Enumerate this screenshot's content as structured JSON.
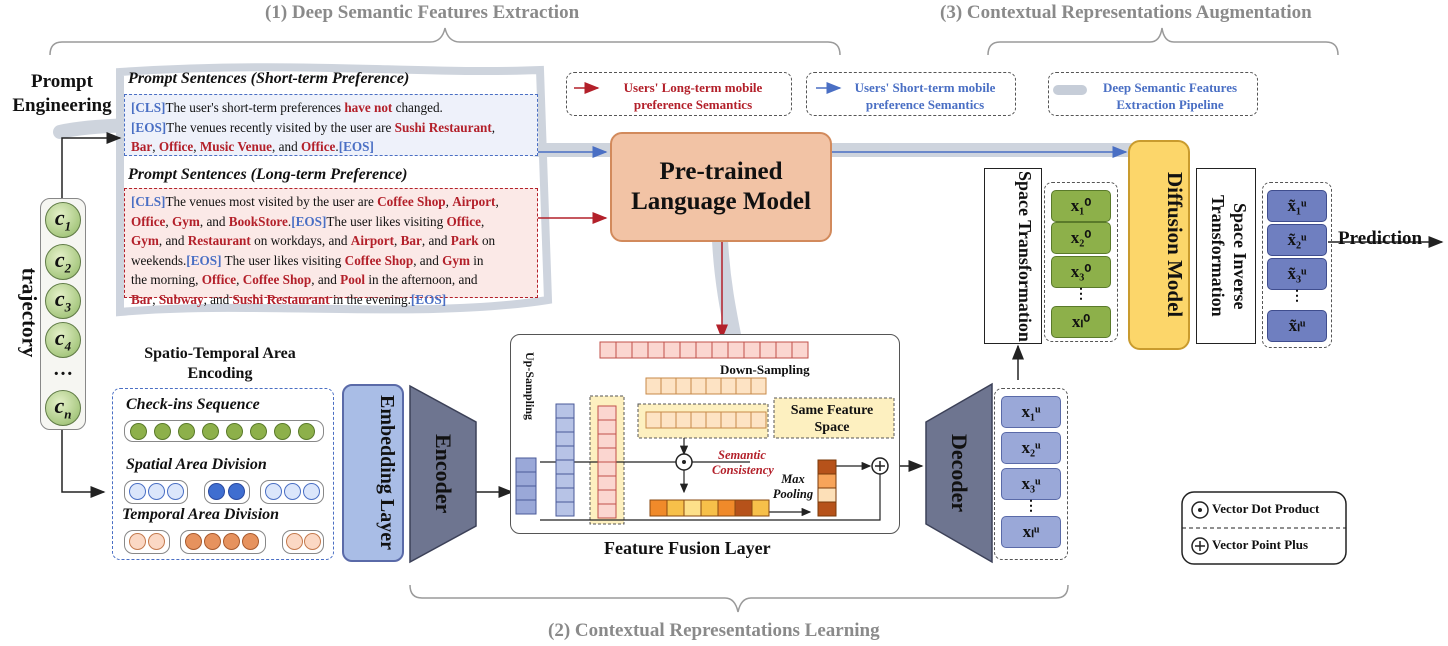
{
  "stages": {
    "stage1": "(1) Deep Semantic Features Extraction",
    "stage2": "(2) Contextual Representations Learning",
    "stage3": "(3) Contextual Representations Augmentation"
  },
  "legend": {
    "long_term": "Users' Long-term mobile preference Semantics",
    "short_term": "Users' Short-term mobile preference Semantics",
    "pipeline": "Deep Semantic Features Extraction Pipeline"
  },
  "prompt_engineering": "Prompt Engineering",
  "trajectory_label": "trajectory",
  "trajectory_nodes": [
    "c1",
    "c2",
    "c3",
    "c4",
    "…",
    "cn"
  ],
  "short_prompt": {
    "title": "Prompt Sentences (Short-term Preference)",
    "cls": "[CLS]",
    "s1": "The user's short-term preferences ",
    "s1_red": "have not",
    "s1_end": " changed.",
    "eos1": "[EOS]",
    "s2": "The venues recently visited by the user are ",
    "v1": "Sushi Restaurant",
    "v2": "Bar",
    "v3": "Office",
    "v4": "Music Venue",
    "and": ", and ",
    "v5": "Office",
    "eos2": "[EOS]"
  },
  "long_prompt": {
    "title": "Prompt Sentences (Long-term Preference)",
    "cls": "[CLS]",
    "l1": "The venues most visited by the user are ",
    "eos": "[EOS]",
    "l2": "The user likes visiting ",
    "l3": " on workdays, and ",
    "l4": " on weekends.",
    "l5": " The user likes visiting ",
    "l6": " in the morning, ",
    "l7": " in the afternoon, and ",
    "l8": " in the evening.",
    "coffee": "Coffee Shop",
    "airport": "Airport",
    "office": "Office",
    "gym": "Gym",
    "bookstore": "BookStore",
    "restaurant": "Restaurant",
    "bar": "Bar",
    "park": "Park",
    "pool": "Pool",
    "subway": "Subway",
    "sushi": "Sushi Restaurant",
    "and": ", and ",
    "comma": ", "
  },
  "plm": "Pre-trained Language Model",
  "st_encoding": {
    "title": "Spatio-Temporal Area Encoding",
    "checkins": "Check-ins Sequence",
    "spatial": "Spatial Area Division",
    "temporal": "Temporal Area Division"
  },
  "embedding_layer": "Embedding Layer",
  "encoder": "Encoder",
  "decoder": "Decoder",
  "ffl": {
    "title": "Feature Fusion Layer",
    "up": "Up-Sampling",
    "down": "Down-Sampling",
    "same": "Same Feature Space",
    "semantic": "Semantic Consistency",
    "maxpool": "Max Pooling"
  },
  "space_transformation": "Space Transformation",
  "diffusion_model": "Diffusion Model",
  "space_inverse": "Space Inverse Transformation",
  "prediction": "Prediction",
  "x0_tiles": [
    "x₁⁰",
    "x₂⁰",
    "x₃⁰",
    "⋮",
    "xₗ⁰"
  ],
  "xt_tiles": [
    "x̃₁ᵘ",
    "x̃₂ᵘ",
    "x̃₃ᵘ",
    "⋮",
    "x̃ₗᵘ"
  ],
  "xu_tiles": [
    "x₁ᵘ",
    "x₂ᵘ",
    "x₃ᵘ",
    "⋮",
    "xₗᵘ"
  ],
  "ops": {
    "dot": "Vector Dot Product",
    "plus": "Vector Point Plus"
  },
  "colors": {
    "long_arrow": "#b3202a",
    "short_arrow": "#4a6fc4",
    "plm_fill": "#f2c3a5",
    "diffusion_fill": "#fcd66a",
    "embedding_fill": "#a9bde6",
    "coder_fill": "#6e7590"
  }
}
